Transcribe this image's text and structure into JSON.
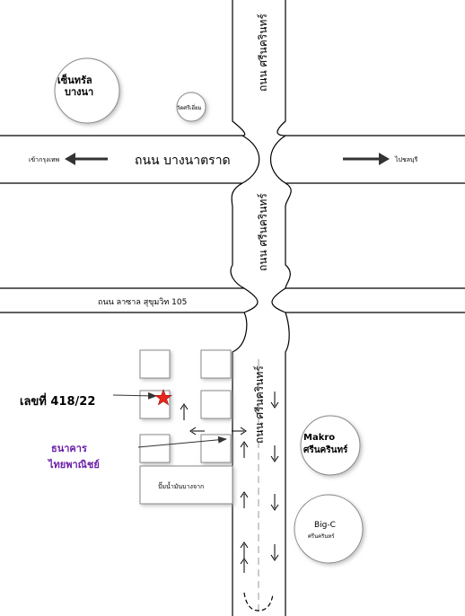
{
  "roads": {
    "bang_na_trat": "ถนน บางนาตราด",
    "srinakarin_top": "ถนน ศรีนครินทร์",
    "srinakarin_mid": "ถนน ศรีนครินทร์",
    "srinakarin_lower": "ถนน ศรีนครินทร์",
    "lasalle": "ถนน ลาซาล สุขุมวิท 105"
  },
  "directions": {
    "left": "เข้ากรุงเทพ",
    "right": "ไปชลบุรี"
  },
  "landmarks": {
    "central_line1": "เซ็นทรัล",
    "central_line2": "บางนา",
    "wat": "วัดศรีเอี่ยม",
    "makro_line1": "Makro",
    "makro_line2": "ศรีนครินทร์",
    "bigc_line1": "Big-C",
    "bigc_line2": "ศรีนครินทร์",
    "gas_station": "ปั๊มน้ำมันบางจาก"
  },
  "target": {
    "address": "เลขที่ 418/22",
    "bank_line1": "ธนาคาร",
    "bank_line2": "ไทยพาณิชย์"
  },
  "colors": {
    "line": "#000000",
    "block_fill": "#ffffff",
    "block_stroke": "#888888",
    "star": "#e8271c",
    "bank_text": "#6b1fa8",
    "arrow": "#333333"
  }
}
